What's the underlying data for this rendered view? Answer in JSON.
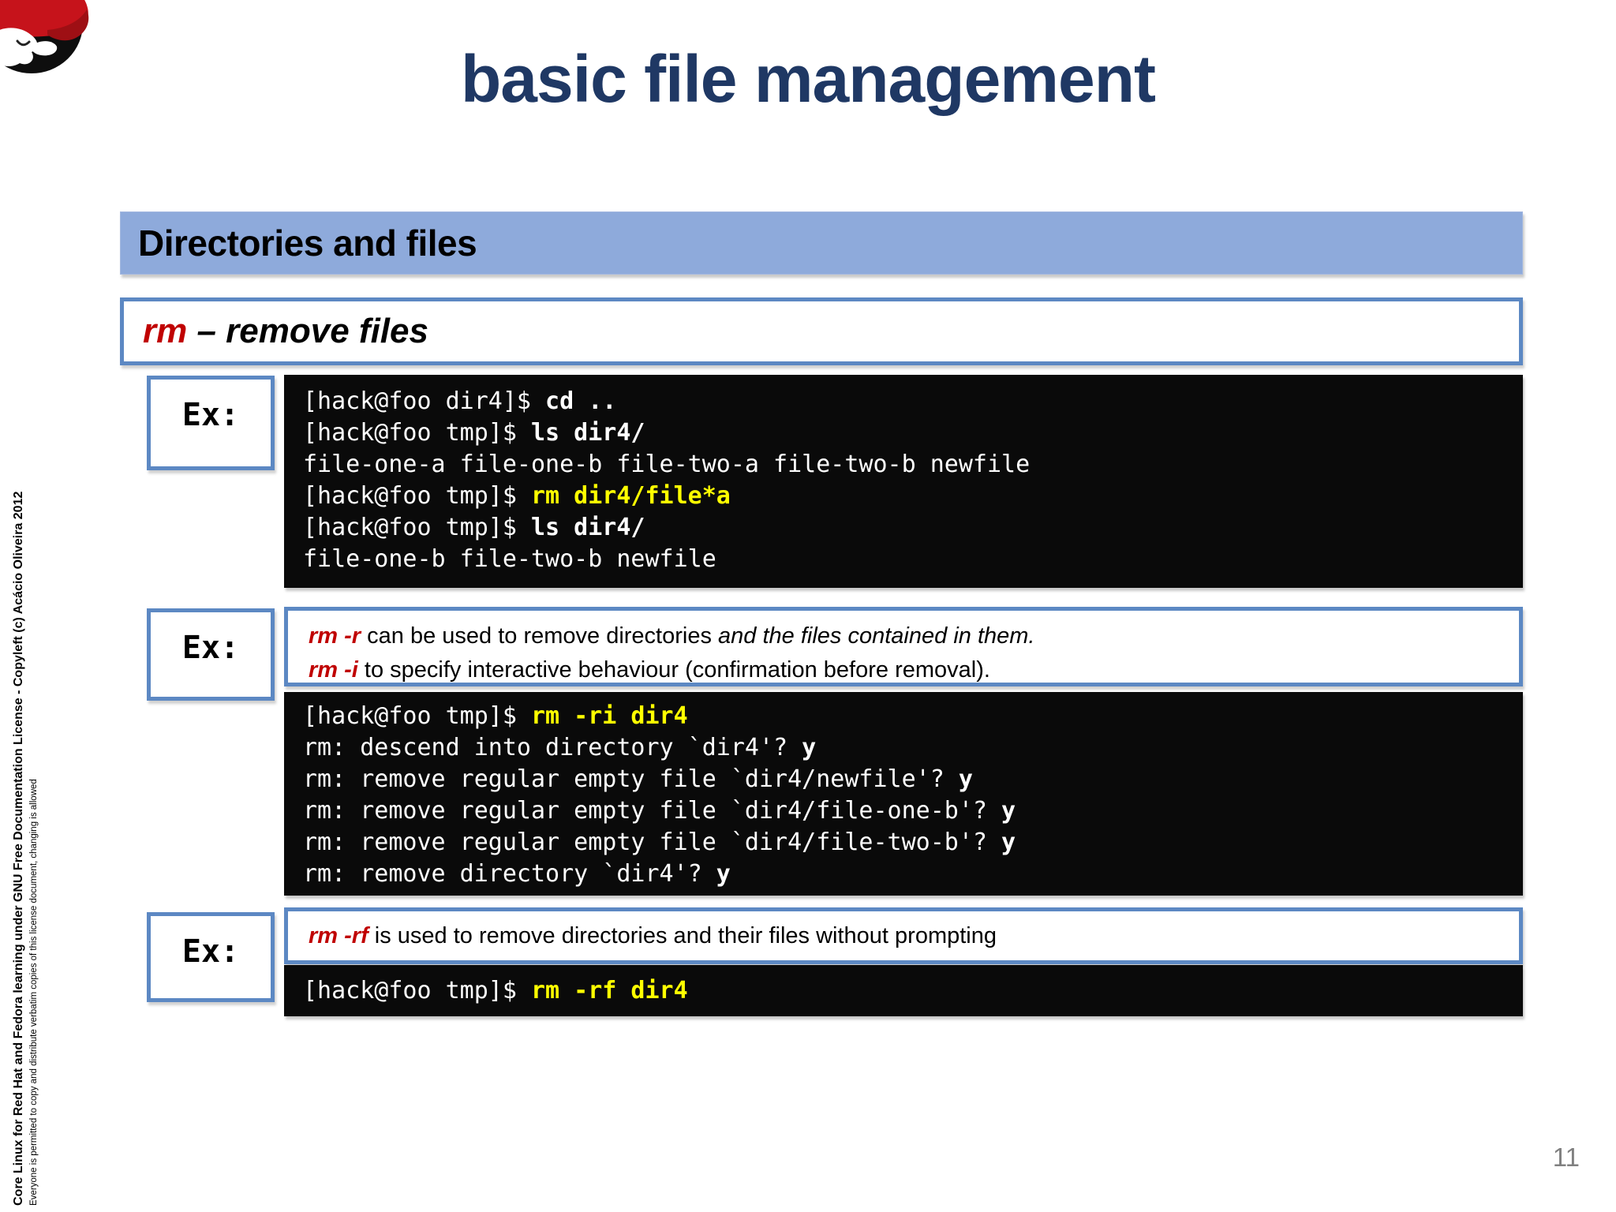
{
  "title": "basic file management",
  "section_header": "Directories and files",
  "topic": {
    "keyword": "rm",
    "rest": " – remove files"
  },
  "example_labels": [
    "Ex:",
    "Ex:",
    "Ex:"
  ],
  "terminal1": {
    "lines": [
      {
        "prompt": "[hack@foo dir4]$ ",
        "command": "cd .."
      },
      {
        "prompt": "[hack@foo tmp]$ ",
        "command": "ls dir4/"
      },
      {
        "output": "file-one-a file-one-b file-two-a file-two-b newfile"
      },
      {
        "prompt": "[hack@foo tmp]$ ",
        "command": "rm dir4/file*a"
      },
      {
        "prompt": "[hack@foo tmp]$ ",
        "command": "ls dir4/"
      },
      {
        "output": "file-one-b file-two-b newfile"
      }
    ]
  },
  "note1": {
    "line1": {
      "keyword": "rm -r",
      "text": " can be used to remove directories ",
      "emphasis": "and the files contained in them."
    },
    "line2": {
      "keyword": "rm -i",
      "text": " to specify interactive behaviour (confirmation before removal)."
    }
  },
  "terminal2": {
    "lines": [
      {
        "prompt": "[hack@foo tmp]$ ",
        "command": "rm -ri dir4"
      },
      {
        "output": "rm: descend into directory `dir4'? ",
        "answer": "y"
      },
      {
        "output": "rm: remove regular empty file `dir4/newfile'? ",
        "answer": "y"
      },
      {
        "output": "rm: remove regular empty file `dir4/file-one-b'? ",
        "answer": "y"
      },
      {
        "output": "rm: remove regular empty file `dir4/file-two-b'? ",
        "answer": "y"
      },
      {
        "output": "rm: remove directory `dir4'? ",
        "answer": "y"
      }
    ]
  },
  "note2": {
    "keyword": "rm -rf",
    "text": " is used to remove directories and their files without prompting"
  },
  "terminal3": {
    "lines": [
      {
        "prompt": "[hack@foo tmp]$ ",
        "command": "rm -rf dir4"
      }
    ]
  },
  "sidebar": {
    "line1": "Core Linux for Red Hat and Fedora learning under GNU Free Documentation License - Copyleft (c) Acácio Oliveira 2012",
    "line2": "Everyone is permitted to copy and distribute verbatim copies of this license document, changing is allowed"
  },
  "page_number": "11",
  "colors": {
    "header_fill": "#8EAADB",
    "box_border": "#5C88C3",
    "title_navy": "#1F3864",
    "keyword_red": "#C00000",
    "terminal_yellow": "#FFFF00",
    "terminal_bg": "#0A0A0A",
    "page_number_gray": "#808080"
  }
}
